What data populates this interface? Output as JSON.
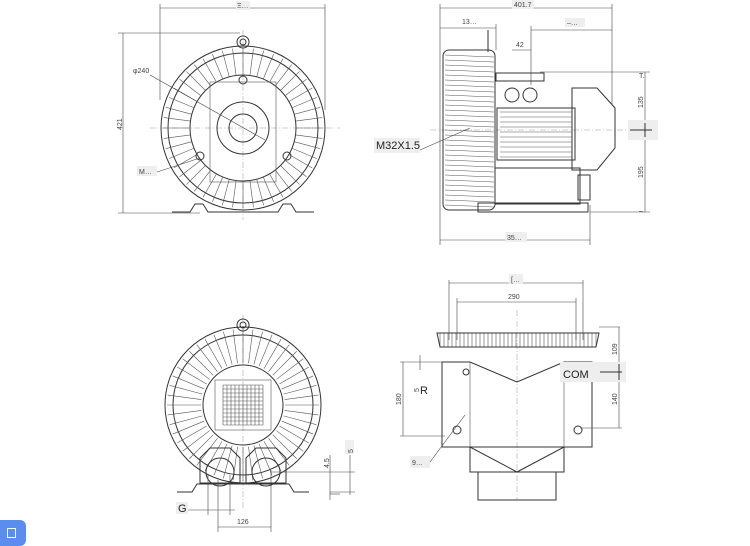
{
  "front_view": {
    "width_label": "Ξ…",
    "height_label": "421",
    "diameter_label": "φ240",
    "thread_label": "M…"
  },
  "side_view": {
    "length_label": "401.7",
    "left_label": "13…",
    "right_label": "–…",
    "terminal_label": "42",
    "top_label": "T.",
    "upper_label": "135",
    "lower_label": "195",
    "bottom_label": "–",
    "base_label": "35…",
    "conduit_label": "M32X1.5"
  },
  "top_view": {
    "overall_label": "[…",
    "mount_label": "290",
    "upper_label": "109",
    "lower_label": "140",
    "height_label": "180",
    "com_label": "COM",
    "r_label": "R",
    "r_value": "5",
    "hole_label": "9…"
  },
  "bottom_view": {
    "g_label": "G",
    "port_spacing_label": "126",
    "offset_label": "4.5",
    "foot_label": "5"
  },
  "corner_button": {
    "icon": "square-icon",
    "color": "#5b8def"
  }
}
